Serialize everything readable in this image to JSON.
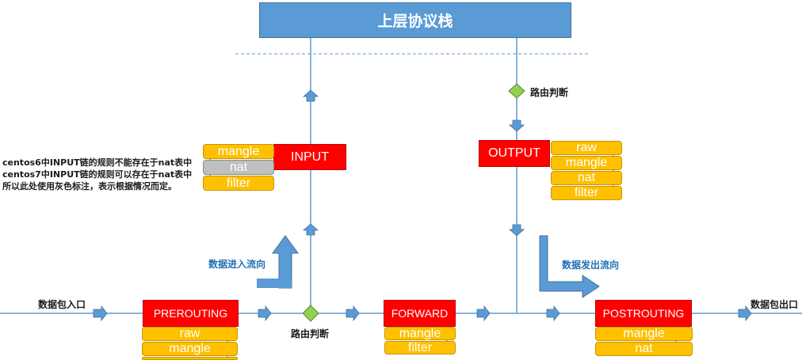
{
  "diagram": {
    "top_box": "上层协议栈",
    "chains": {
      "prerouting": "PREROUTING",
      "input": "INPUT",
      "forward": "FORWARD",
      "output": "OUTPUT",
      "postrouting": "POSTROUTING"
    },
    "tables": {
      "prerouting": [
        "raw",
        "mangle"
      ],
      "input": [
        "mangle",
        "nat",
        "filter"
      ],
      "forward": [
        "mangle",
        "filter"
      ],
      "output": [
        "raw",
        "mangle",
        "nat",
        "filter"
      ],
      "postrouting": [
        "mangle",
        "nat"
      ]
    },
    "labels": {
      "packet_in": "数据包入口",
      "packet_out": "数据包出口",
      "routing_bottom": "路由判断",
      "routing_top": "路由判断",
      "inbound_flow": "数据进入流向",
      "outbound_flow": "数据发出流向"
    },
    "note": [
      "centos6中INPUT链的规则不能存在于nat表中",
      "centos7中INPUT链的规则可以存在于nat表中",
      "所以此处使用灰色标注，表示根据情况而定。"
    ],
    "colors": {
      "line": "#5b9bd5",
      "top_box": "#5b9bd5",
      "chain": "#ff0000",
      "table": "#ffc000",
      "table_gray": "#bfbfbf",
      "diamond": "#92d050",
      "order_arrow": "#ff0000",
      "flow_label": "#1f6fb5"
    }
  }
}
